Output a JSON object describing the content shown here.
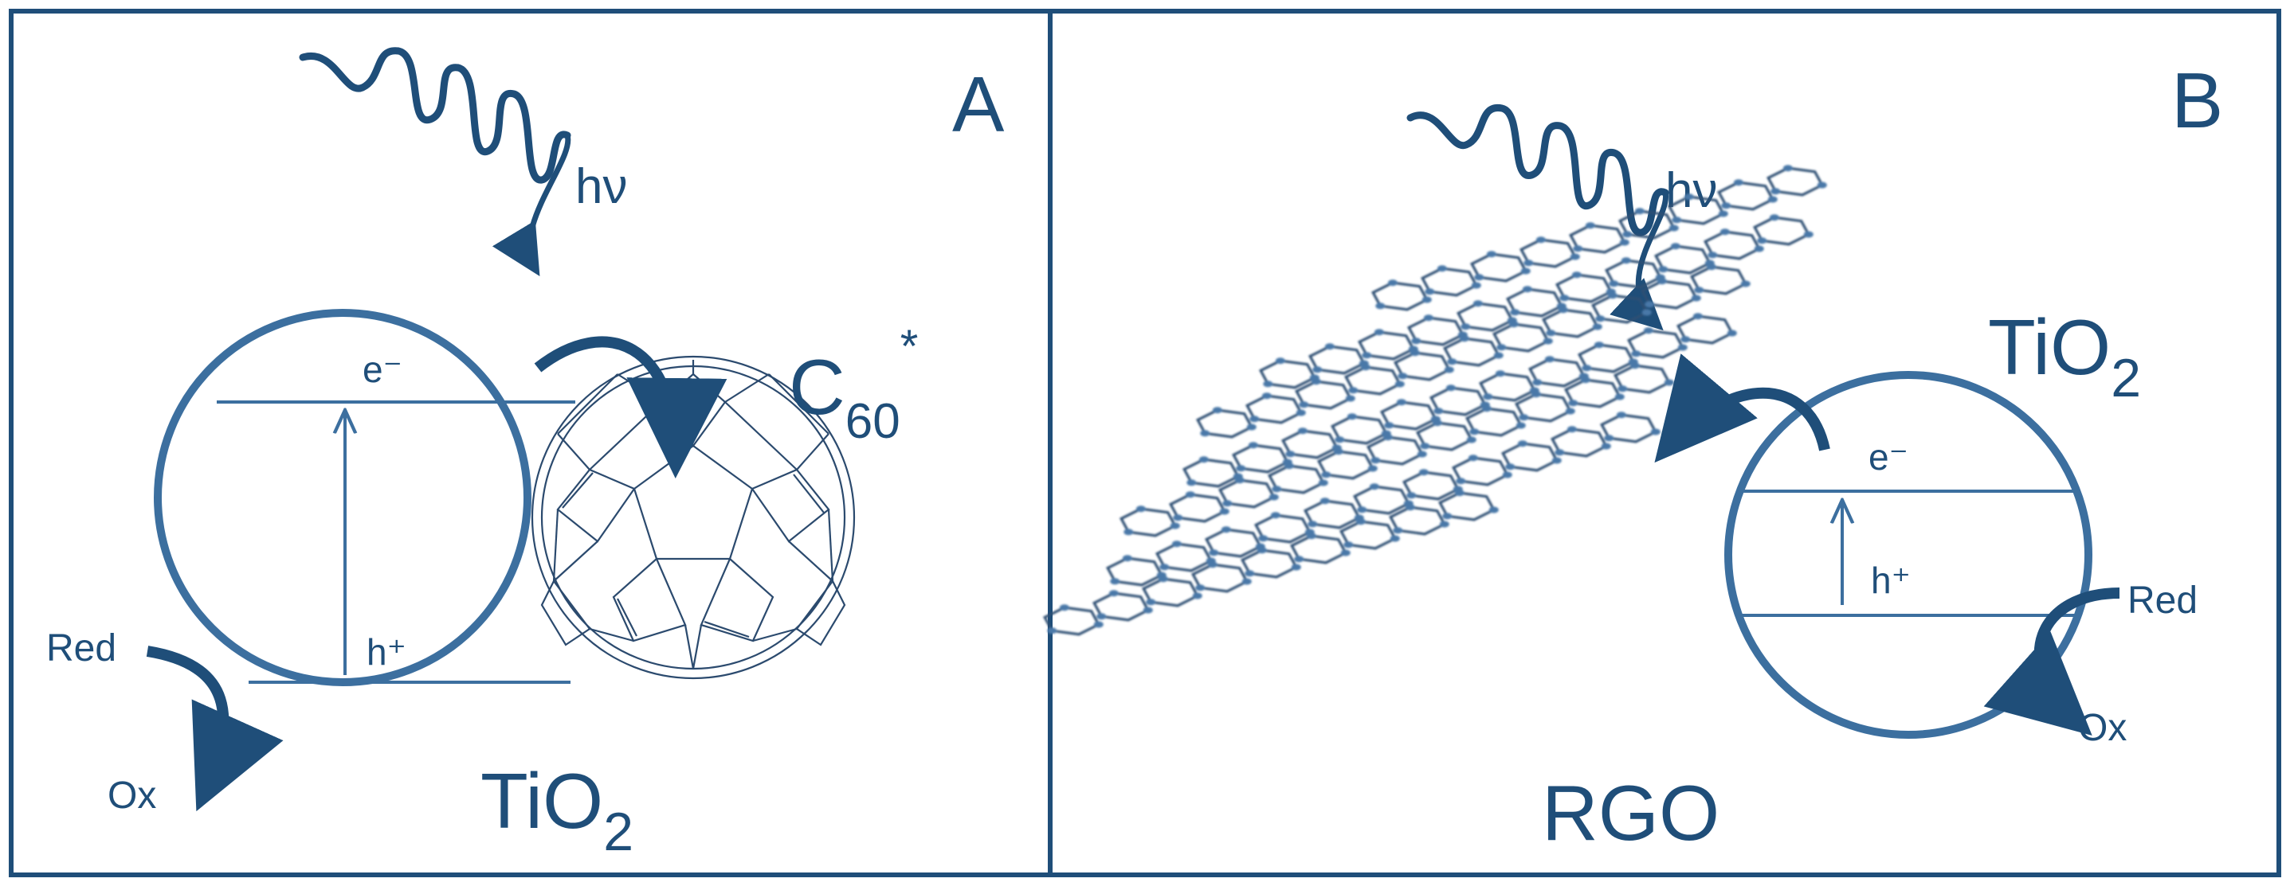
{
  "colors": {
    "dark": "#1f4e79",
    "medium": "#3c6f9f",
    "lattice": "#2e4f73",
    "background": "#ffffff"
  },
  "panel_a": {
    "letter": "A",
    "photon_label": "hν",
    "electron_label": "e⁻",
    "hole_label": "h⁺",
    "red_label": "Red",
    "ox_label": "Ox",
    "tio2_main": "TiO",
    "tio2_sub": "2",
    "c60_main": "C",
    "c60_sub": "60",
    "c60_sup": "*"
  },
  "panel_b": {
    "letter": "B",
    "photon_label": "hν",
    "electron_label": "e⁻",
    "hole_label": "h⁺",
    "red_label": "Red",
    "ox_label": "Ox",
    "tio2_main": "TiO",
    "tio2_sub": "2",
    "rgo_label": "RGO"
  },
  "icons": {
    "photon_wave": "photon-wave-icon",
    "fullerene": "fullerene-icon",
    "graphene_sheet": "graphene-sheet-icon"
  }
}
